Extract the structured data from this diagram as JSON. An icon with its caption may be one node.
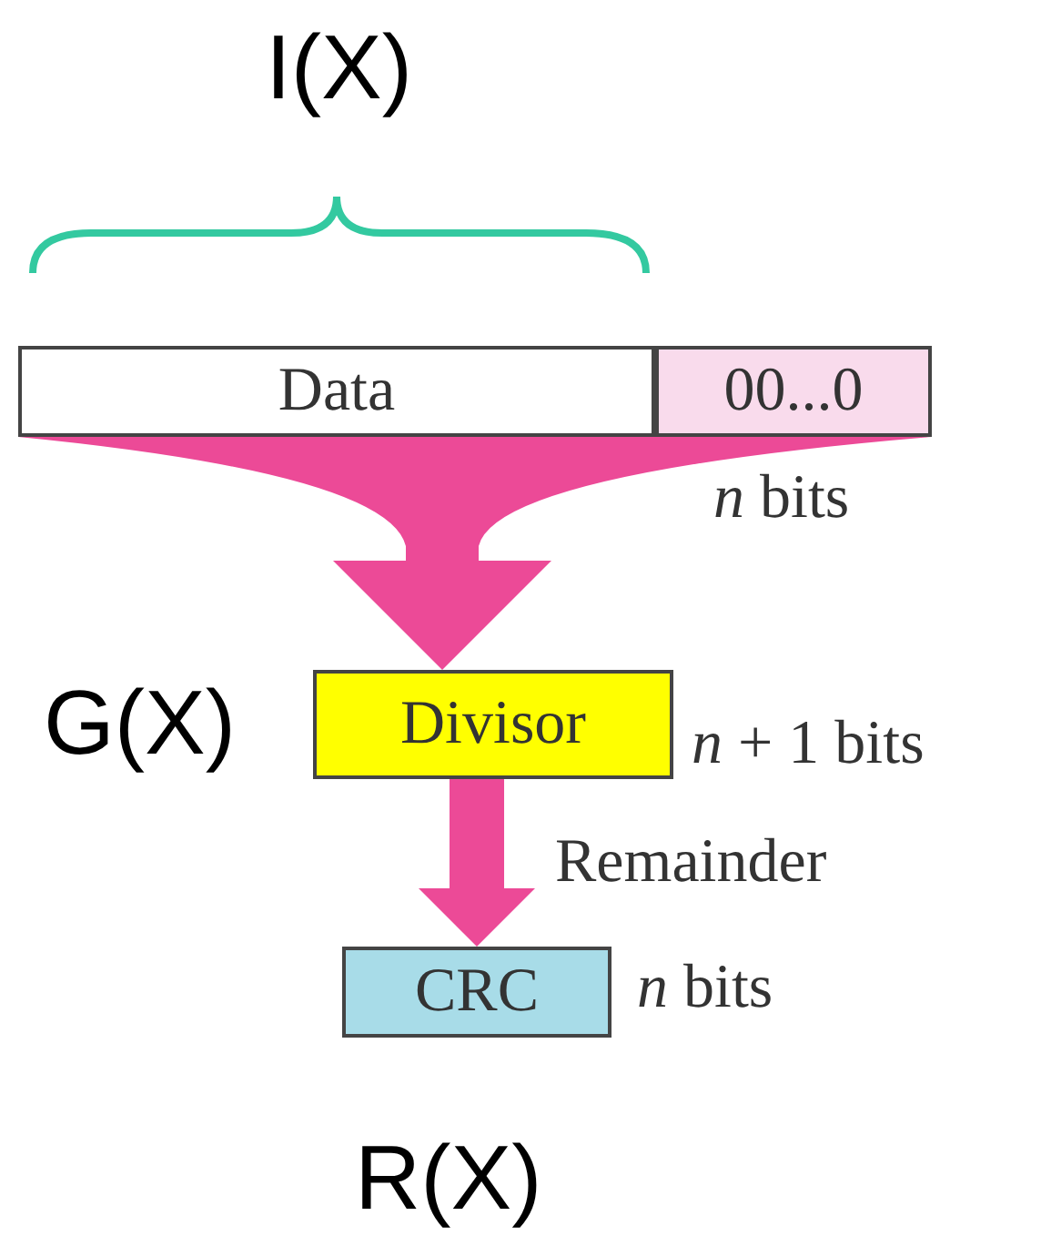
{
  "diagram": {
    "nodes": [
      {
        "text": [
          "Data"
        ]
      },
      {
        "text": [
          "00...0"
        ],
        "beside": [
          "*n* bits"
        ]
      },
      {
        "text": [
          "Divisor"
        ],
        "beside": [
          "G(X)",
          "*n* + 1 bits"
        ]
      },
      {
        "text": [
          "CRC"
        ],
        "beside": [
          "*n* bits",
          "R(X)"
        ]
      }
    ],
    "edges": [
      {
        "from": 0,
        "to": 2,
        "arrow": "to"
      },
      {
        "from": 1,
        "to": 2,
        "arrow": "to"
      },
      {
        "from": 2,
        "to": 3,
        "arrow": "to",
        "label": "Remainder"
      }
    ],
    "labels": [
      "I(X)"
    ]
  }
}
